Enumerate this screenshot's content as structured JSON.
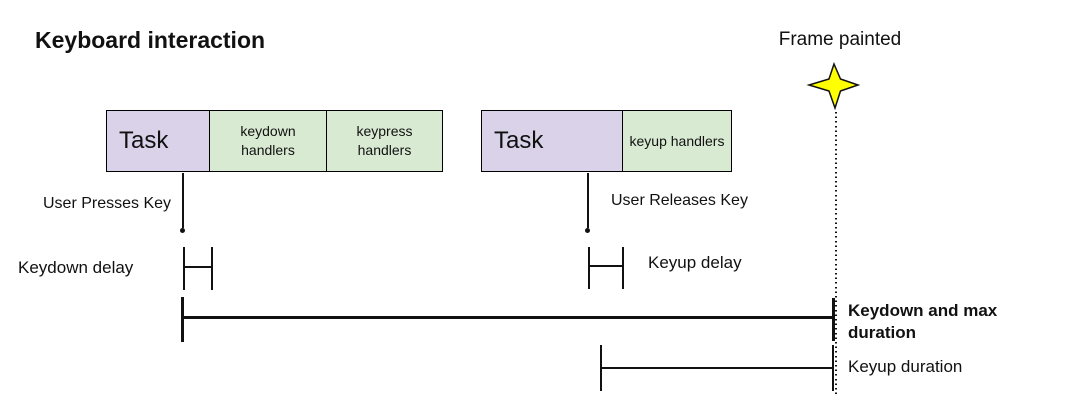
{
  "title": "Keyboard interaction",
  "frame_painted": "Frame painted",
  "colors": {
    "task_fill": "#d9d2e9",
    "handler_fill": "#d9ead3",
    "star_fill": "#ffff00",
    "ink": "#111111"
  },
  "groups": [
    {
      "task": "Task",
      "handlers": [
        "keydown\nhandlers",
        "keypress\nhandlers"
      ]
    },
    {
      "task": "Task",
      "handlers": [
        "keyup handlers"
      ]
    }
  ],
  "annotations": {
    "press": "User Presses Key",
    "release": "User Releases Key",
    "keydown_delay": "Keydown delay",
    "keyup_delay": "Keyup delay",
    "keydown_max_duration": "Keydown and max\nduration",
    "keyup_duration": "Keyup duration"
  }
}
